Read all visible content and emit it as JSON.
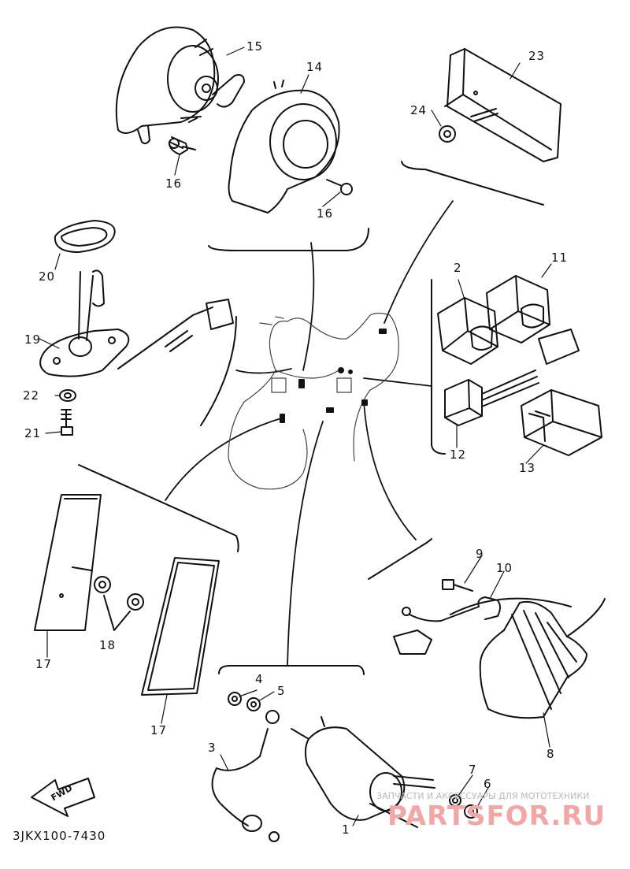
{
  "diagram": {
    "code": "3JKX100-7430",
    "fwd_label": "FWD",
    "watermark_small": "ЗАПЧАСТИ И АКСЕССУАРЫ ДЛЯ МОТОТЕХНИКИ",
    "watermark_big": "PARTSFOR.RU",
    "parts": [
      {
        "id": "p1",
        "label": "1"
      },
      {
        "id": "p2",
        "label": "2"
      },
      {
        "id": "p3",
        "label": "3"
      },
      {
        "id": "p4",
        "label": "4"
      },
      {
        "id": "p5",
        "label": "5"
      },
      {
        "id": "p6",
        "label": "6"
      },
      {
        "id": "p7",
        "label": "7"
      },
      {
        "id": "p8",
        "label": "8"
      },
      {
        "id": "p9",
        "label": "9"
      },
      {
        "id": "p10",
        "label": "10"
      },
      {
        "id": "p11",
        "label": "11"
      },
      {
        "id": "p12",
        "label": "12"
      },
      {
        "id": "p13",
        "label": "13"
      },
      {
        "id": "p14",
        "label": "14"
      },
      {
        "id": "p15",
        "label": "15"
      },
      {
        "id": "p16a",
        "label": "16"
      },
      {
        "id": "p16b",
        "label": "16"
      },
      {
        "id": "p17a",
        "label": "17"
      },
      {
        "id": "p17b",
        "label": "17"
      },
      {
        "id": "p18",
        "label": "18"
      },
      {
        "id": "p19",
        "label": "19"
      },
      {
        "id": "p20",
        "label": "20"
      },
      {
        "id": "p21",
        "label": "21"
      },
      {
        "id": "p22",
        "label": "22"
      },
      {
        "id": "p23",
        "label": "23"
      },
      {
        "id": "p24",
        "label": "24"
      }
    ]
  }
}
